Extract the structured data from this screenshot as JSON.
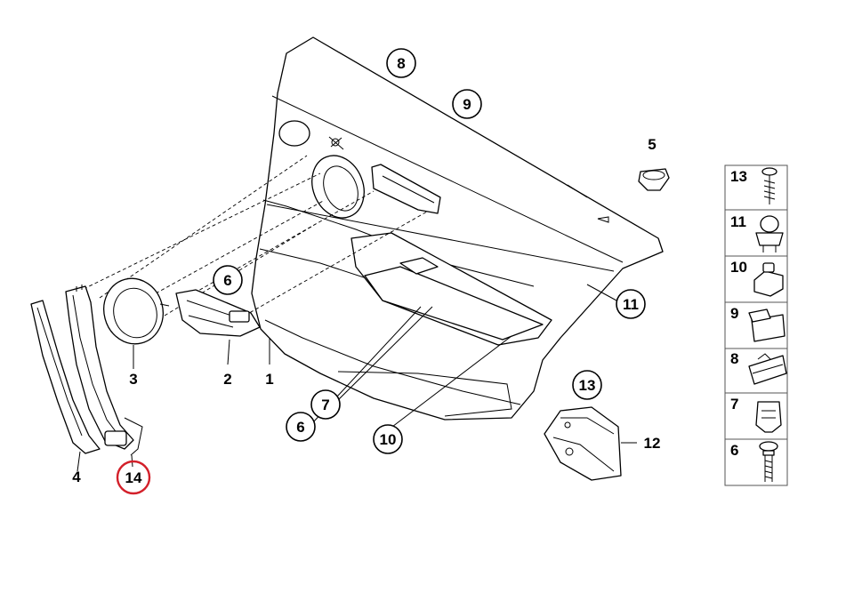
{
  "labels": {
    "p1": "1",
    "p2": "2",
    "p3": "3",
    "p4": "4",
    "p5": "5",
    "p6a": "6",
    "p6b": "6",
    "p7": "7",
    "p8": "8",
    "p9": "9",
    "p10": "10",
    "p11": "11",
    "p12": "12",
    "p13": "13",
    "p14": "14"
  },
  "legend": [
    "13",
    "11",
    "10",
    "9",
    "8",
    "7",
    "6"
  ],
  "colors": {
    "highlight": "#d3202a",
    "line": "#000000"
  }
}
